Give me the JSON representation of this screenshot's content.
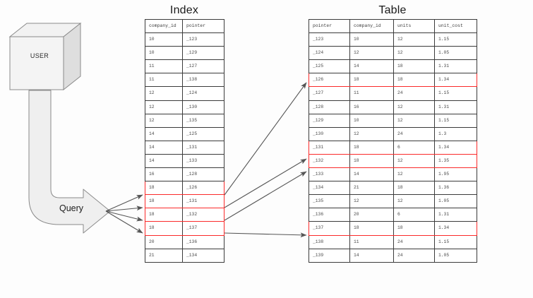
{
  "diagram": {
    "kind": "database-index-lookup-diagram",
    "actor": {
      "icon": "cube-3d",
      "label": "USER"
    },
    "query_arrow": {
      "label": "Query",
      "icon": "curved-block-arrow"
    },
    "colors": {
      "highlight": "#fb2a2a",
      "table_border": "#3b3b3b",
      "shape_fill": "#f0f0f0",
      "shape_stroke": "#8a8a8a",
      "connector": "#555555",
      "text": "#4a4a4a"
    }
  },
  "index": {
    "title": "Index",
    "columns": [
      "company_id",
      "pointer"
    ],
    "rows": [
      {
        "company_id": "10",
        "pointer": "_123",
        "highlight": false
      },
      {
        "company_id": "10",
        "pointer": "_129",
        "highlight": false
      },
      {
        "company_id": "11",
        "pointer": "_127",
        "highlight": false
      },
      {
        "company_id": "11",
        "pointer": "_138",
        "highlight": false
      },
      {
        "company_id": "12",
        "pointer": "_124",
        "highlight": false
      },
      {
        "company_id": "12",
        "pointer": "_130",
        "highlight": false
      },
      {
        "company_id": "12",
        "pointer": "_135",
        "highlight": false
      },
      {
        "company_id": "14",
        "pointer": "_125",
        "highlight": false
      },
      {
        "company_id": "14",
        "pointer": "_131",
        "highlight": false
      },
      {
        "company_id": "14",
        "pointer": "_133",
        "highlight": false
      },
      {
        "company_id": "16",
        "pointer": "_128",
        "highlight": false
      },
      {
        "company_id": "18",
        "pointer": "_126",
        "highlight": true
      },
      {
        "company_id": "18",
        "pointer": "_131",
        "highlight": true
      },
      {
        "company_id": "18",
        "pointer": "_132",
        "highlight": true
      },
      {
        "company_id": "18",
        "pointer": "_137",
        "highlight": true
      },
      {
        "company_id": "20",
        "pointer": "_136",
        "highlight": false
      },
      {
        "company_id": "21",
        "pointer": "_134",
        "highlight": false
      }
    ]
  },
  "table": {
    "title": "Table",
    "columns": [
      "pointer",
      "company_id",
      "units",
      "unit_cost"
    ],
    "rows": [
      {
        "pointer": "_123",
        "company_id": "10",
        "units": "12",
        "unit_cost": "1.15",
        "highlight": false
      },
      {
        "pointer": "_124",
        "company_id": "12",
        "units": "12",
        "unit_cost": "1.05",
        "highlight": false
      },
      {
        "pointer": "_125",
        "company_id": "14",
        "units": "18",
        "unit_cost": "1.31",
        "highlight": false
      },
      {
        "pointer": "_126",
        "company_id": "18",
        "units": "18",
        "unit_cost": "1.34",
        "highlight": true
      },
      {
        "pointer": "_127",
        "company_id": "11",
        "units": "24",
        "unit_cost": "1.15",
        "highlight": false
      },
      {
        "pointer": "_128",
        "company_id": "16",
        "units": "12",
        "unit_cost": "1.31",
        "highlight": false
      },
      {
        "pointer": "_129",
        "company_id": "10",
        "units": "12",
        "unit_cost": "1.15",
        "highlight": false
      },
      {
        "pointer": "_130",
        "company_id": "12",
        "units": "24",
        "unit_cost": "1.3",
        "highlight": false
      },
      {
        "pointer": "_131",
        "company_id": "18",
        "units": "6",
        "unit_cost": "1.34",
        "highlight": true
      },
      {
        "pointer": "_132",
        "company_id": "18",
        "units": "12",
        "unit_cost": "1.35",
        "highlight": true
      },
      {
        "pointer": "_133",
        "company_id": "14",
        "units": "12",
        "unit_cost": "1.95",
        "highlight": false
      },
      {
        "pointer": "_134",
        "company_id": "21",
        "units": "18",
        "unit_cost": "1.36",
        "highlight": false
      },
      {
        "pointer": "_135",
        "company_id": "12",
        "units": "12",
        "unit_cost": "1.05",
        "highlight": false
      },
      {
        "pointer": "_136",
        "company_id": "20",
        "units": "6",
        "unit_cost": "1.31",
        "highlight": false
      },
      {
        "pointer": "_137",
        "company_id": "18",
        "units": "18",
        "unit_cost": "1.34",
        "highlight": true
      },
      {
        "pointer": "_138",
        "company_id": "11",
        "units": "24",
        "unit_cost": "1.15",
        "highlight": false
      },
      {
        "pointer": "_139",
        "company_id": "14",
        "units": "24",
        "unit_cost": "1.05",
        "highlight": false
      }
    ]
  }
}
